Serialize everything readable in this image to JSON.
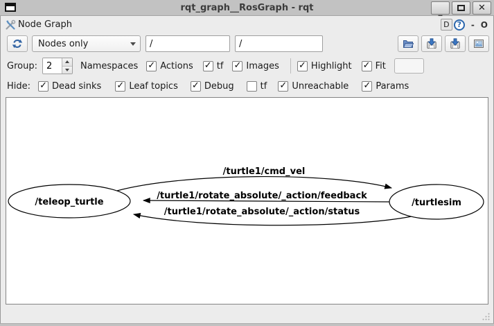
{
  "window": {
    "title": "rqt_graph__RosGraph - rqt",
    "controls": {
      "minimize": "_",
      "close": "✕"
    }
  },
  "panel": {
    "title": "Node Graph",
    "detach_label": "D",
    "help_label": "?",
    "minimize_label": "-",
    "close_label": "O"
  },
  "toolbar": {
    "graph_type_selected": "Nodes only",
    "node_filter_value": "/",
    "topic_filter_value": "/"
  },
  "options_row": {
    "group_label": "Group:",
    "group_value": "2",
    "namespaces_label": "Namespaces",
    "actions": {
      "label": "Actions",
      "checked": true
    },
    "tf": {
      "label": "tf",
      "checked": true
    },
    "images": {
      "label": "Images",
      "checked": true
    },
    "highlight": {
      "label": "Highlight",
      "checked": true
    },
    "fit": {
      "label": "Fit",
      "checked": true
    },
    "extra_field_value": ""
  },
  "hide_row": {
    "label": "Hide:",
    "items": [
      {
        "label": "Dead sinks",
        "checked": true
      },
      {
        "label": "Leaf topics",
        "checked": true
      },
      {
        "label": "Debug",
        "checked": true
      },
      {
        "label": "tf",
        "checked": false
      },
      {
        "label": "Unreachable",
        "checked": true
      },
      {
        "label": "Params",
        "checked": true
      }
    ]
  },
  "graph": {
    "nodes": [
      {
        "label": "/teleop_turtle"
      },
      {
        "label": "/turtlesim"
      }
    ],
    "edges": [
      {
        "label": "/turtle1/cmd_vel",
        "from": "/teleop_turtle",
        "to": "/turtlesim"
      },
      {
        "label": "/turtle1/rotate_absolute/_action/feedback",
        "from": "/turtlesim",
        "to": "/teleop_turtle"
      },
      {
        "label": "/turtle1/rotate_absolute/_action/status",
        "from": "/turtlesim",
        "to": "/teleop_turtle"
      }
    ]
  },
  "colors": {
    "titlebar": "#c2c2c2",
    "panel_bg": "#ececec",
    "canvas_bg": "#ffffff",
    "accent_blue": "#3465a4",
    "border_gray": "#848484",
    "edge_black": "#000000"
  }
}
